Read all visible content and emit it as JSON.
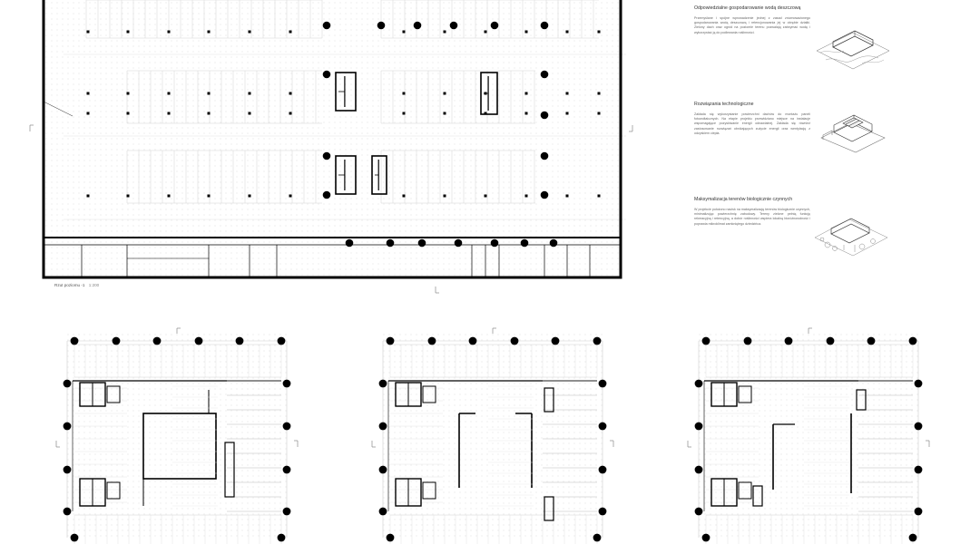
{
  "plan_caption": {
    "title": "Rzut poziomu -1",
    "scale": "1:200"
  },
  "concept_notes": [
    {
      "title": "Odpowiedzialne gospodarowanie wodą deszczową",
      "body": "Przemyślane i spójne wprowadzenie jednej z zasad zrównoważonego gospodarowania wodą deszczową i retencjonowania jej w obrębie działki. Zielony dach oraz ogród na poziomie terenu pozwalają zatrzymać wodę i wykorzystać ją do podlewania roślinności."
    },
    {
      "title": "Rozwiązania technologiczne",
      "body": "Zakłada się wykorzystanie powierzchni dachów do montażu paneli fotowoltaicznych. Na etapie projektu przewidziano miejsce na instalacje wspomagające pozyskiwanie energii odnawialnej. Zakłada się również zastosowanie rozwiązań obniżających zużycie energii oraz wentylację z odzyskiem ciepła."
    },
    {
      "title": "Maksymalizacja terenów biologicznie czynnych",
      "body": "W projekcie położono nacisk na maksymalizację terenów biologicznie czynnych, minimalizując powierzchnię zabudowy. Tereny zielone pełnią funkcję rekreacyjną i retencyjną, a dobór roślinności wspiera lokalną bioróżnorodność i poprawia mikroklimat zamkniętego dziedzińca."
    }
  ]
}
